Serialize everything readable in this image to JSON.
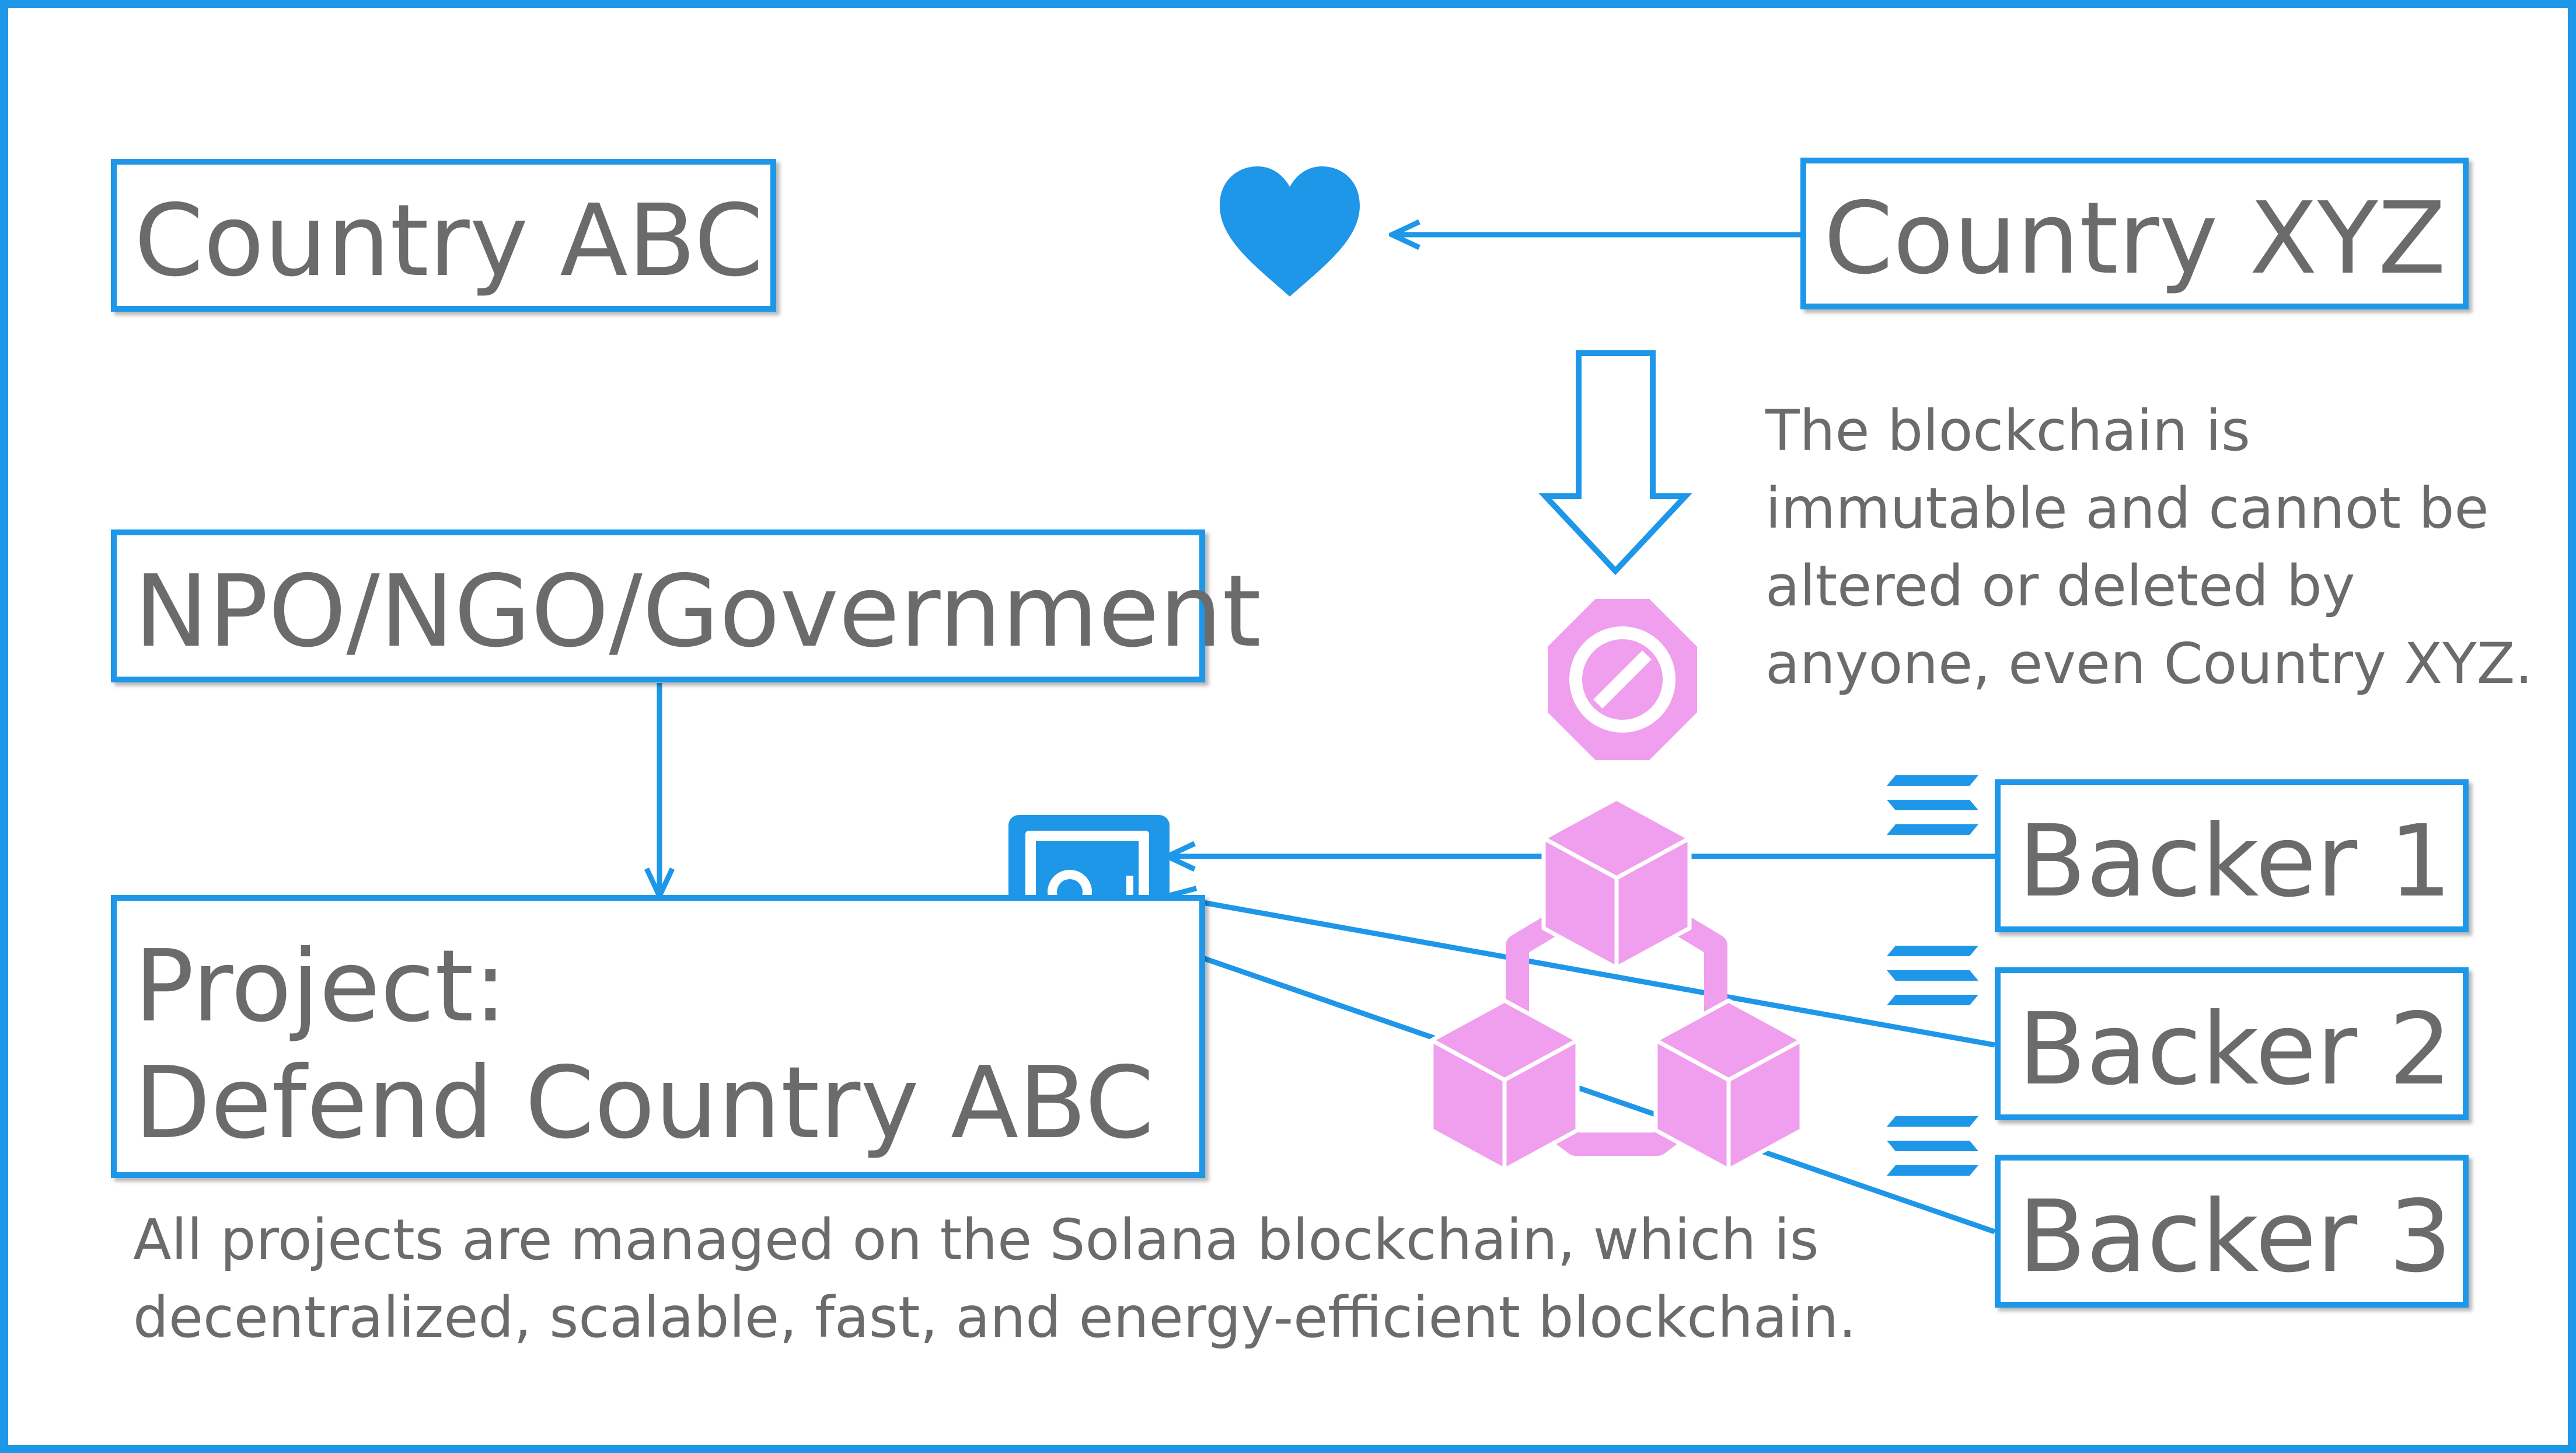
{
  "boxes": {
    "country_abc": "Country ABC",
    "country_xyz": "Country XYZ",
    "npo": "NPO/NGO/Government",
    "project_line1": "Project:",
    "project_line2": "Defend Country ABC",
    "backer1": "Backer 1",
    "backer2": "Backer 2",
    "backer3": "Backer 3"
  },
  "notes": {
    "blockchain_immutable": [
      "The blockchain is",
      "immutable and cannot be",
      "altered or deleted by",
      "anyone, even Country XYZ."
    ],
    "solana": [
      "All projects are managed on the Solana blockchain, which is",
      "decentralized, scalable, fast, and energy-efficient blockchain."
    ]
  },
  "icons": {
    "heart": "heart-icon",
    "safe": "safe-icon",
    "no_entry": "no-entry-icon",
    "blockchain": "blockchain-cubes-icon",
    "solana": "solana-logo-icon"
  },
  "colors": {
    "accent_blue": "#1f97e8",
    "pink": "#ef9fee",
    "text_gray": "#6b6b6b"
  }
}
